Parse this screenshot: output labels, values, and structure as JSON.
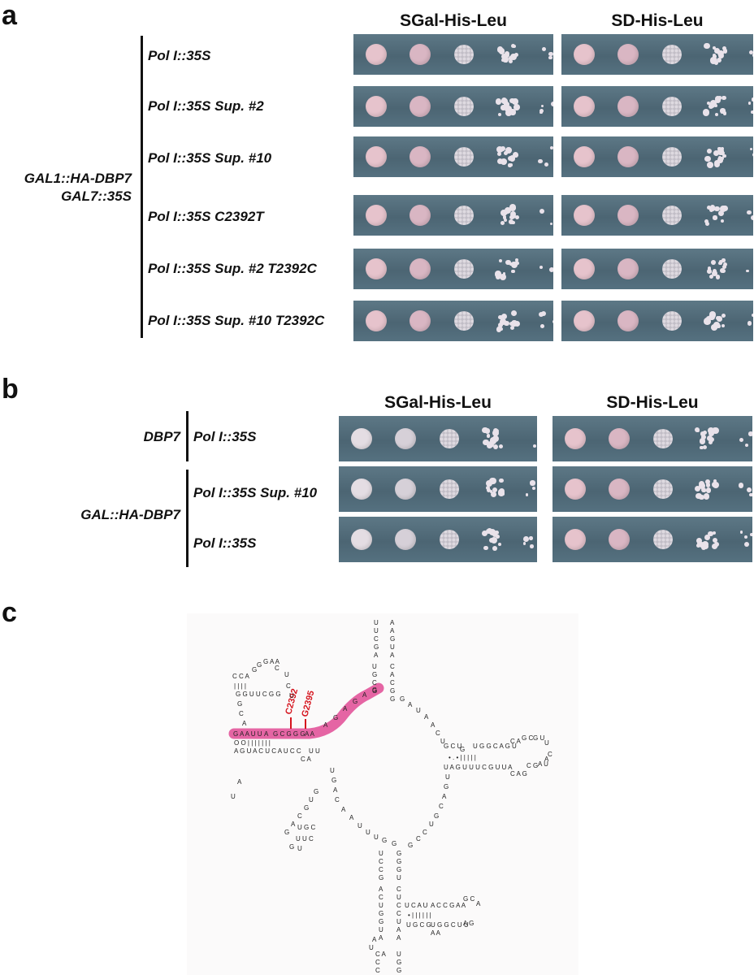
{
  "panel_a": {
    "letter": "a",
    "columns": [
      "SGal-His-Leu",
      "SD-His-Leu"
    ],
    "group_label_lines": [
      "GAL1::HA-DBP7",
      "GAL7::35S"
    ],
    "rows": [
      "Pol I::35S",
      "Pol I::35S Sup. #2",
      "Pol I::35S Sup. #10",
      "Pol I::35S C2392T",
      "Pol I::35S Sup. #2 T2392C",
      "Pol I::35S Sup. #10 T2392C"
    ]
  },
  "panel_b": {
    "letter": "b",
    "columns": [
      "SGal-His-Leu",
      "SD-His-Leu"
    ],
    "groups": [
      {
        "label": "DBP7",
        "rows": [
          "Pol I::35S"
        ]
      },
      {
        "label": "GAL::HA-DBP7",
        "rows": [
          "Pol I::35S Sup. #10",
          "Pol I::35S"
        ]
      }
    ]
  },
  "panel_c": {
    "letter": "c",
    "annotations": [
      "C2392",
      "G2395"
    ],
    "highlight_color": "#e2549a",
    "annotation_color": "#d5141e"
  },
  "colors": {
    "plate": "#587381",
    "spot_pink": "#e8c6cf",
    "spot_pale": "#e8e2ea"
  }
}
